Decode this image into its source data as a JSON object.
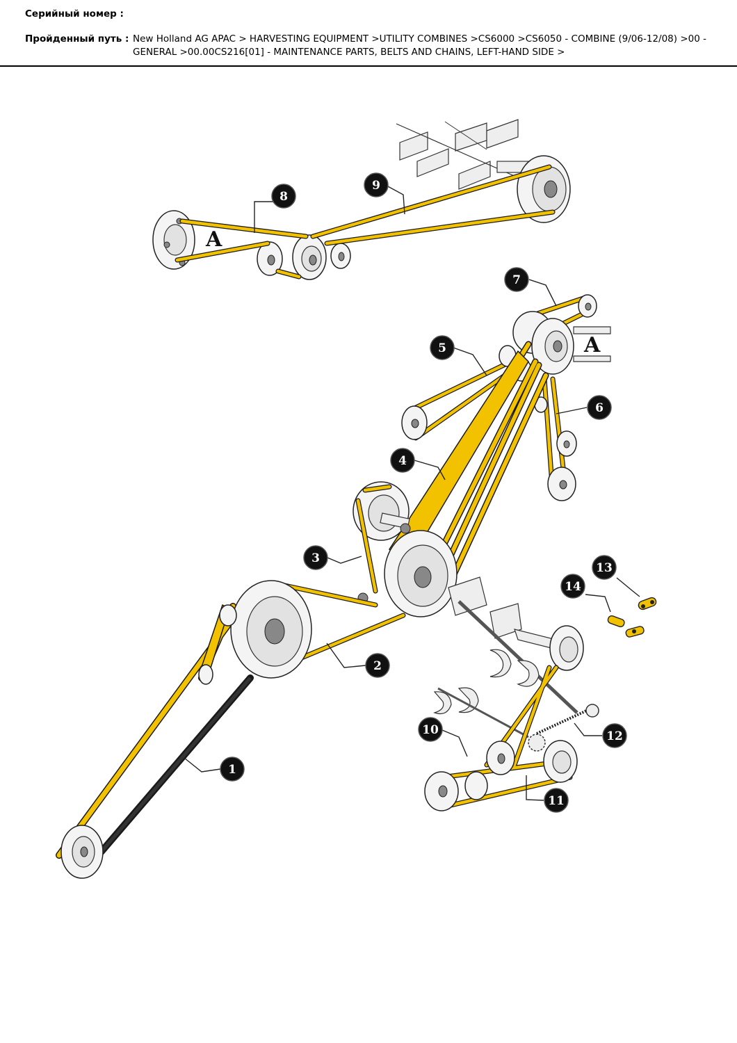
{
  "header": {
    "serial_label": "Серийный номер :",
    "serial_value": "",
    "path_label": "Пройденный путь :",
    "path_value": "New Holland AG APAC > HARVESTING EQUIPMENT >UTILITY COMBINES >CS6000 >CS6050 - COMBINE (9/06-12/08) >00 - GENERAL >00.00CS216[01] - MAINTENANCE PARTS, BELTS AND CHAINS, LEFT-HAND SIDE >"
  },
  "diagram": {
    "callouts": [
      "1",
      "2",
      "3",
      "4",
      "5",
      "6",
      "7",
      "8",
      "9",
      "10",
      "11",
      "12",
      "13",
      "14"
    ],
    "reference_letter_1": "A",
    "reference_letter_2": "A",
    "belt_color": "#f2c200"
  }
}
